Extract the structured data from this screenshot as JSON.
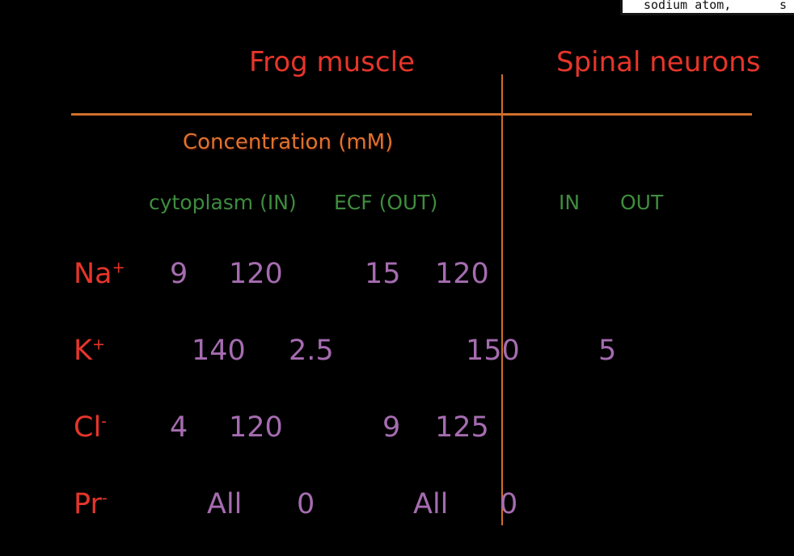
{
  "colors": {
    "background": "#000000",
    "heading_red": "#e6352a",
    "line_orange": "#d06f2b",
    "subtitle_orange": "#e0722e",
    "header_green": "#3f8c3f",
    "value_purple": "#a56cb0",
    "tooltip_bg": "#ffffff",
    "tooltip_text": "#111111"
  },
  "window_fragment": {
    "text": "sodium atom,",
    "partial_text": "s"
  },
  "table": {
    "group_headers": [
      "Frog muscle",
      "Spinal neurons"
    ],
    "subtitle": "Concentration (mM)",
    "column_headers": [
      "cytoplasm (IN)",
      "ECF (OUT)",
      "IN",
      "OUT"
    ],
    "rows": [
      {
        "ion": "Na",
        "charge": "+",
        "values": [
          "9",
          "120",
          "15",
          "120"
        ]
      },
      {
        "ion": "K",
        "charge": "+",
        "values": [
          "140",
          "2.5",
          "150",
          "5"
        ]
      },
      {
        "ion": "Cl",
        "charge": "-",
        "values": [
          "4",
          "120",
          "9",
          "125"
        ]
      },
      {
        "ion": "Pr",
        "charge": "-",
        "values": [
          "All",
          "0",
          "All",
          "0"
        ]
      }
    ]
  }
}
